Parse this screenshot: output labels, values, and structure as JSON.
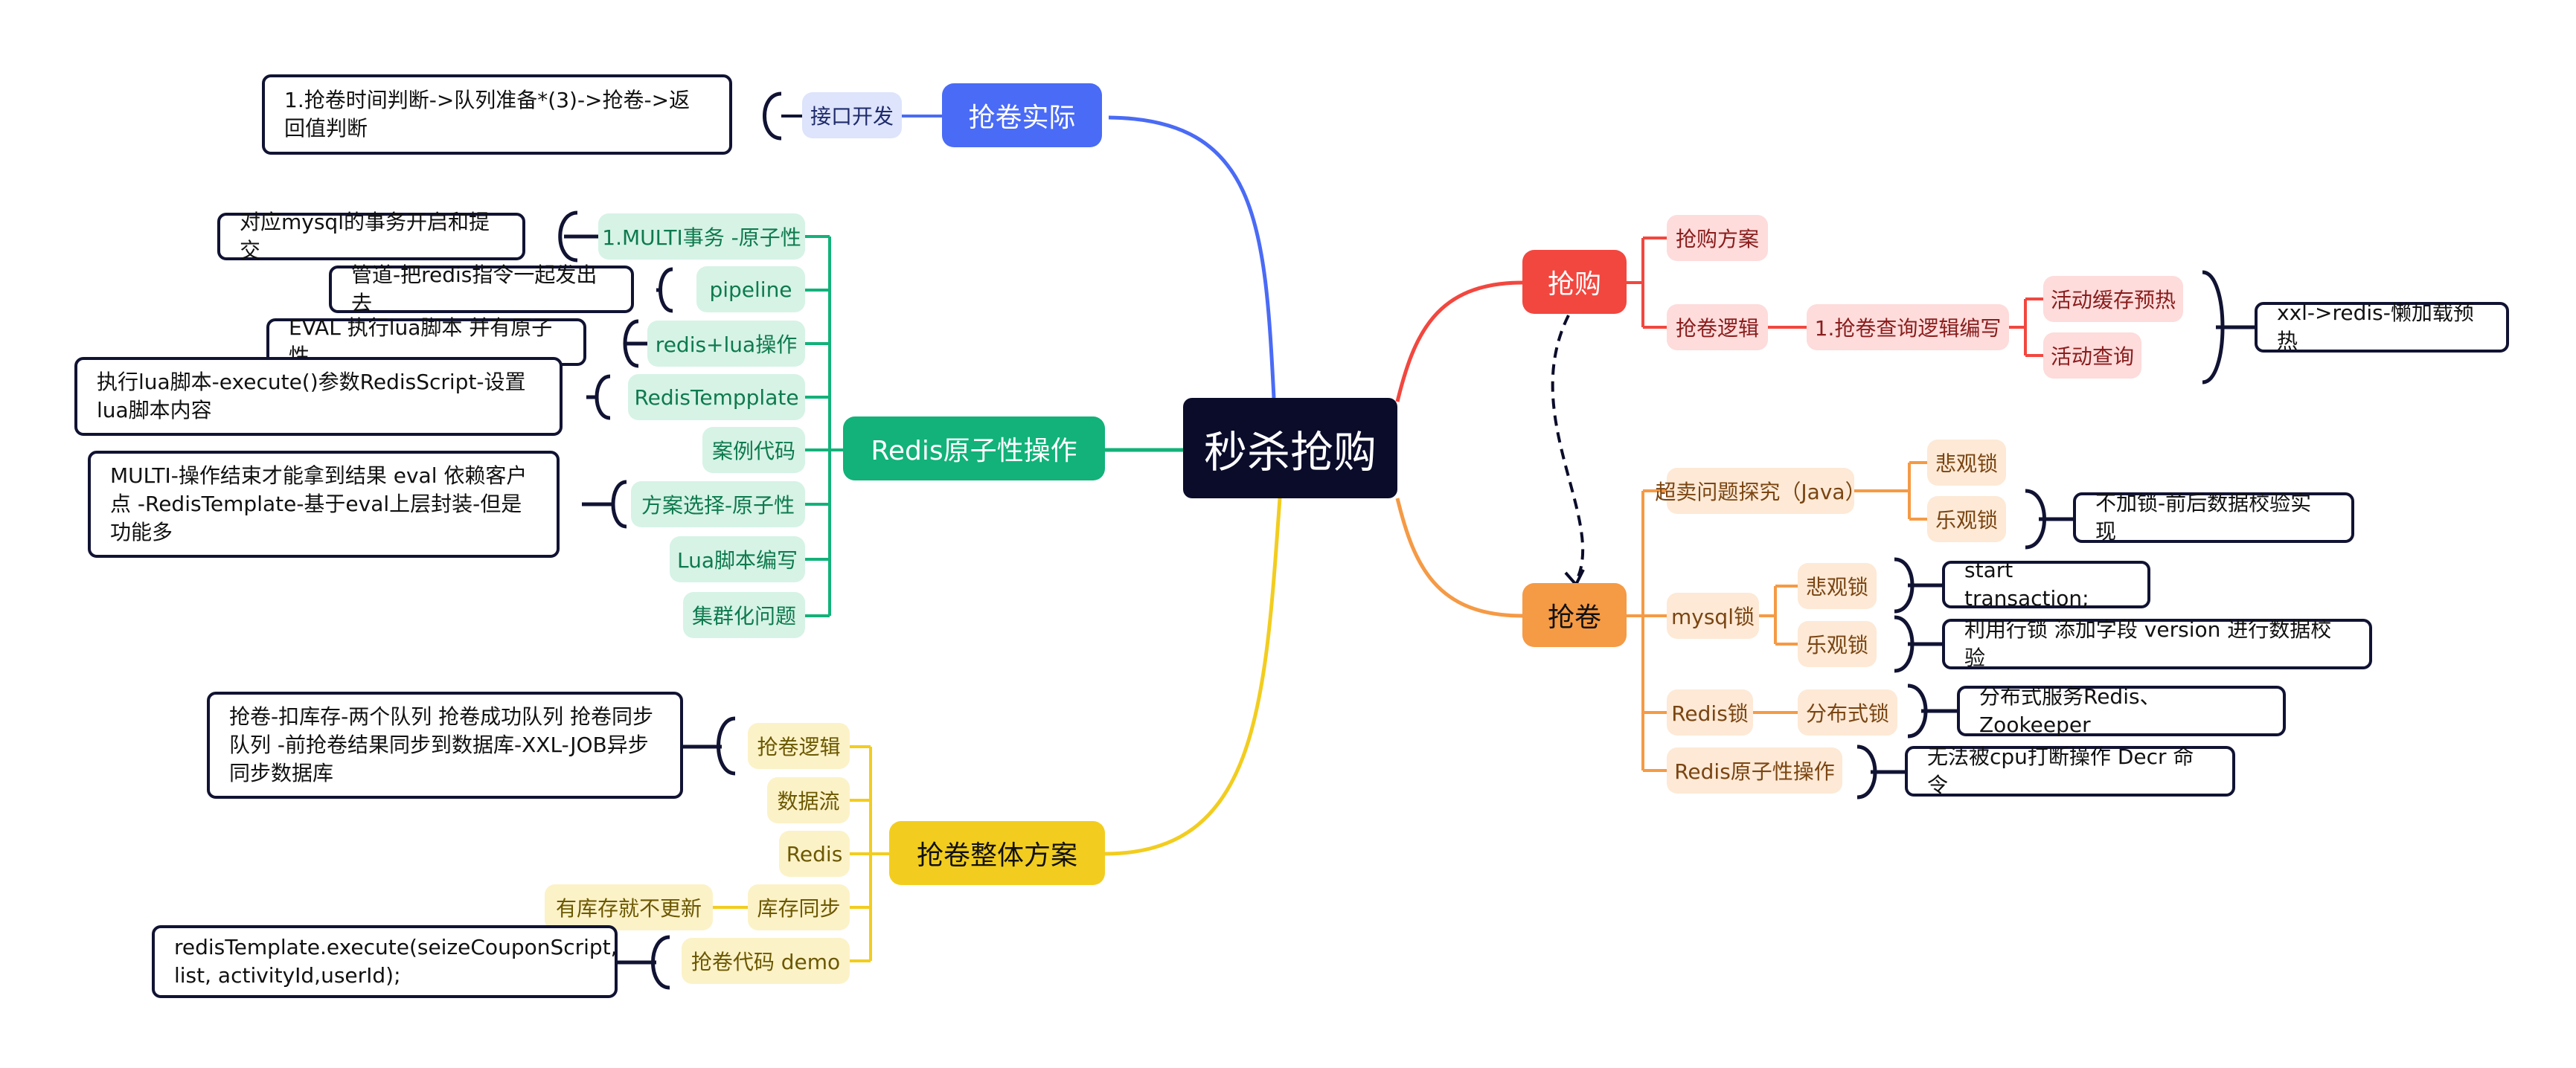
{
  "root": "秒杀抢购",
  "branches": {
    "shijian": {
      "title": "抢卷实际",
      "color": "#4a6bf5",
      "items": [
        "接口开发"
      ],
      "notes": [
        "1.抢卷时间判断->队列准备*(3)->抢卷->返回值判断"
      ]
    },
    "redis": {
      "title": "Redis原子性操作",
      "color": "#12b27a",
      "items": [
        "1.MULTI事务 -原子性",
        "pipeline",
        "redis+lua操作",
        "RedisTempplate",
        "案例代码",
        "方案选择-原子性",
        "Lua脚本编写",
        "集群化问题"
      ],
      "notes": [
        "对应mysql的事务开启和提交",
        "管道-把redis指令一起发出去",
        "EVAL 执行lua脚本 并有原子性",
        "执行lua脚本-execute()参数RedisScript-设置lua脚本内容",
        "MULTI-操作结束才能拿到结果     eval 依赖客户点 -RedisTemplate-基于eval上层封装-但是功能多"
      ]
    },
    "zhengti": {
      "title": "抢卷整体方案",
      "color": "#f2cd1f",
      "items": [
        "抢卷逻辑",
        "数据流",
        "Redis",
        "库存同步",
        "抢卷代码 demo"
      ],
      "extra": "有库存就不更新",
      "notes": [
        "抢卷-扣库存-两个队列 抢卷成功队列 抢卷同步队列  -前抢卷结果同步到数据库-XXL-JOB异步同步数据库",
        "redisTemplate.execute(seizeCouponScript, list, activityId,userId);"
      ]
    },
    "qianggou": {
      "title": "抢购",
      "color": "#f2473f",
      "items": [
        "抢购方案",
        "抢卷逻辑"
      ],
      "sub": "1.抢卷查询逻辑编写",
      "subitems": [
        "活动缓存预热",
        "活动查询"
      ],
      "notes": [
        "xxl->redis-懒加载预热"
      ]
    },
    "qiangjuan": {
      "title": "抢卷",
      "color": "#f59a45",
      "items": [
        "超卖问题探究（Java）",
        "mysql锁",
        "Redis锁",
        "Redis原子性操作"
      ],
      "chaomai_sub": [
        "悲观锁",
        "乐观锁"
      ],
      "mysql_sub": [
        "悲观锁",
        "乐观锁"
      ],
      "redis_sub": [
        "分布式锁"
      ],
      "notes": [
        "不加锁-前后数据校验实现",
        "start transaction;",
        "利用行锁  添加字段 version 进行数据校验",
        "分布式服务Redis、Zookeeper",
        "无法被cpu打断操作  Decr 命令"
      ]
    }
  }
}
